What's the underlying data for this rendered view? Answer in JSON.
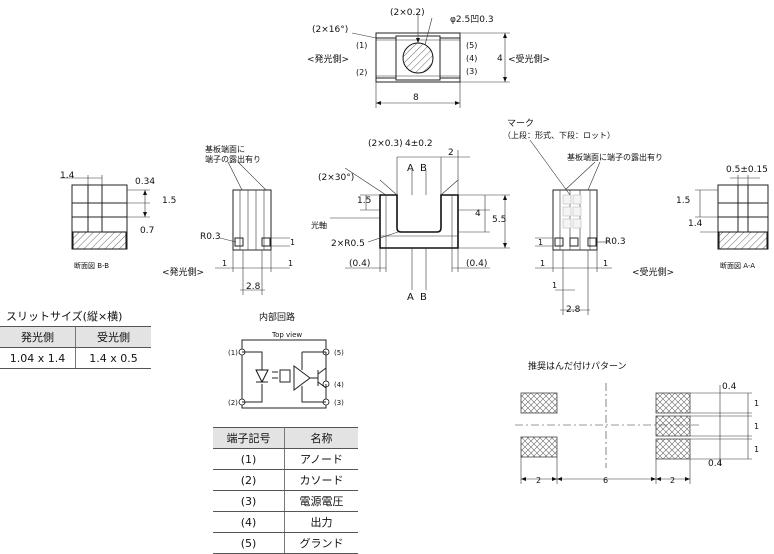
{
  "top_view": {
    "angle_label": "(2×16°)",
    "width_pad_label": "(2×0.2)",
    "hole_label": "φ2.5凹0.3",
    "left_side_label": "<発光側>",
    "right_side_label": "<受光側>",
    "pin_left_top": "(1)",
    "pin_left_bottom": "(2)",
    "pin_right_1": "(5)",
    "pin_right_2": "(4)",
    "pin_right_3": "(3)",
    "width_dim": "8",
    "height_dim": "4"
  },
  "section_bb": {
    "caption": "断面図 B-B",
    "dim_1_4": "1.4",
    "dim_0_34": "0.34",
    "dim_1_5": "1.5",
    "dim_0_7": "0.7"
  },
  "left_side_view": {
    "note_line1": "基板端面に",
    "note_line2": "端子の露出有り",
    "radius_label": "R0.3",
    "dim_1_left": "1",
    "dim_1_right": "1",
    "dim_1_vert": "1",
    "dim_2_8": "2.8",
    "side_label": "<発光側>"
  },
  "front_view": {
    "label_slot_w": "(2×0.3)",
    "label_4_02": "4±0.2",
    "label_2": "2",
    "section_a_top": "A",
    "section_b_top": "B",
    "section_a_bottom": "A",
    "section_b_bottom": "B",
    "angle_30": "(2×30°)",
    "dim_1_5": "1.5",
    "light_axis": "光軸",
    "dim_4": "4",
    "dim_5_5": "5.5",
    "radius_05": "2×R0.5",
    "dim_04_left": "(0.4)",
    "dim_04_right": "(0.4)"
  },
  "right_side_view": {
    "mark_label": "マーク",
    "mark_detail": "（上段：形式、下段：ロット）",
    "note": "基板端面に端子の露出有り",
    "radius_label": "R0.3",
    "dim_1_left": "1",
    "dim_1_right": "1",
    "dim_1_vert": "1",
    "dim_1_bottom": "1",
    "dim_2_8": "2.8",
    "side_label": "<受光側>"
  },
  "section_aa": {
    "caption": "断面図 A-A",
    "dim_05": "0.5±0.15",
    "dim_1_5": "1.5",
    "dim_1_4": "1.4"
  },
  "slit_table": {
    "title": "スリットサイズ(縦×横)",
    "headers": [
      "発光側",
      "受光側"
    ],
    "values": [
      "1.04 x 1.4",
      "1.4 x 0.5"
    ]
  },
  "circuit": {
    "title": "内部回路",
    "top_view_label": "Top view",
    "pins": [
      "(1)",
      "(2)",
      "(3)",
      "(4)",
      "(5)"
    ]
  },
  "pin_table": {
    "headers": [
      "端子記号",
      "名称"
    ],
    "rows": [
      [
        "(1)",
        "アノード"
      ],
      [
        "(2)",
        "カソード"
      ],
      [
        "(3)",
        "電源電圧"
      ],
      [
        "(4)",
        "出力"
      ],
      [
        "(5)",
        "グランド"
      ]
    ]
  },
  "solder_pattern": {
    "title": "推奨はんだ付けパターン",
    "dim_04_top": "0.4",
    "dim_04_bottom": "0.4",
    "dim_1_a": "1",
    "dim_1_b": "1",
    "dim_1_c": "1",
    "dim_2_left": "2",
    "dim_6": "6",
    "dim_2_right": "2"
  }
}
